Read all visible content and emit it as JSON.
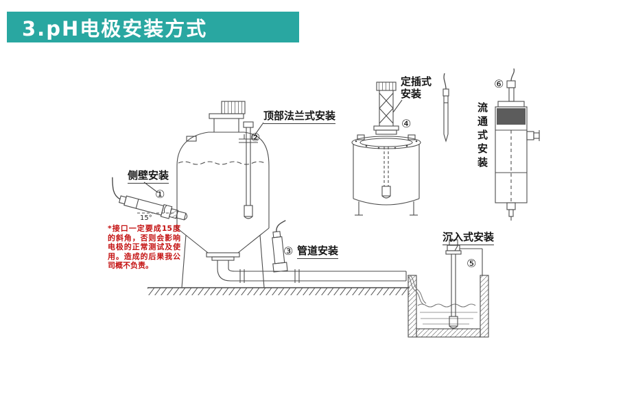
{
  "header": {
    "title": "3.pH电极安装方式",
    "bg_color": "#29a7a1"
  },
  "installations": [
    {
      "id": "side_wall",
      "number": "①",
      "label": "侧壁安装"
    },
    {
      "id": "top_flange",
      "number": "②",
      "label": "顶部法兰式安装"
    },
    {
      "id": "pipeline",
      "number": "③",
      "label": "管道安装"
    },
    {
      "id": "fixed_insertion",
      "number": "④",
      "label": "定插式安装"
    },
    {
      "id": "submersion",
      "number": "⑤",
      "label": "沉入式安装"
    },
    {
      "id": "flow_through",
      "number": "⑥",
      "label": "流通式安装"
    }
  ],
  "annotations": {
    "angle": "15°",
    "warning": "*接口一定要成15度的斜角，否则会影响电极的正常测试及使用。造成的后果我公司概不负责。",
    "warning_color": "#c41212"
  }
}
